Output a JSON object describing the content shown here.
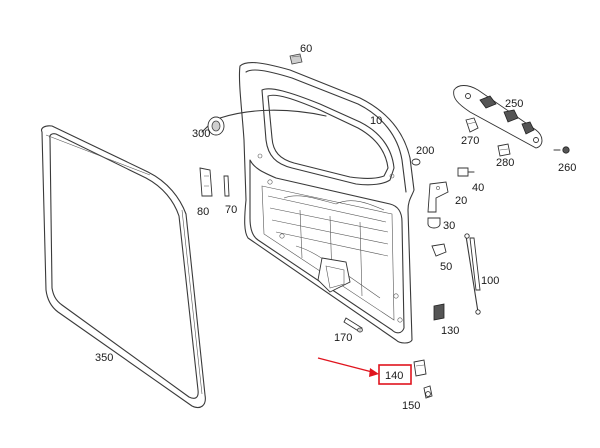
{
  "labels": {
    "p10": "10",
    "p20": "20",
    "p30": "30",
    "p40": "40",
    "p50": "50",
    "p60": "60",
    "p70": "70",
    "p80": "80",
    "p100": "100",
    "p130": "130",
    "p140": "140",
    "p150": "150",
    "p170": "170",
    "p200": "200",
    "p250": "250",
    "p260": "260",
    "p270": "270",
    "p280": "280",
    "p300": "300",
    "p350": "350"
  },
  "highlight": {
    "part": "140",
    "box_color": "#e0141e",
    "arrow_color": "#e0141e"
  },
  "colors": {
    "line": "#3a3a3a",
    "background": "#ffffff"
  }
}
